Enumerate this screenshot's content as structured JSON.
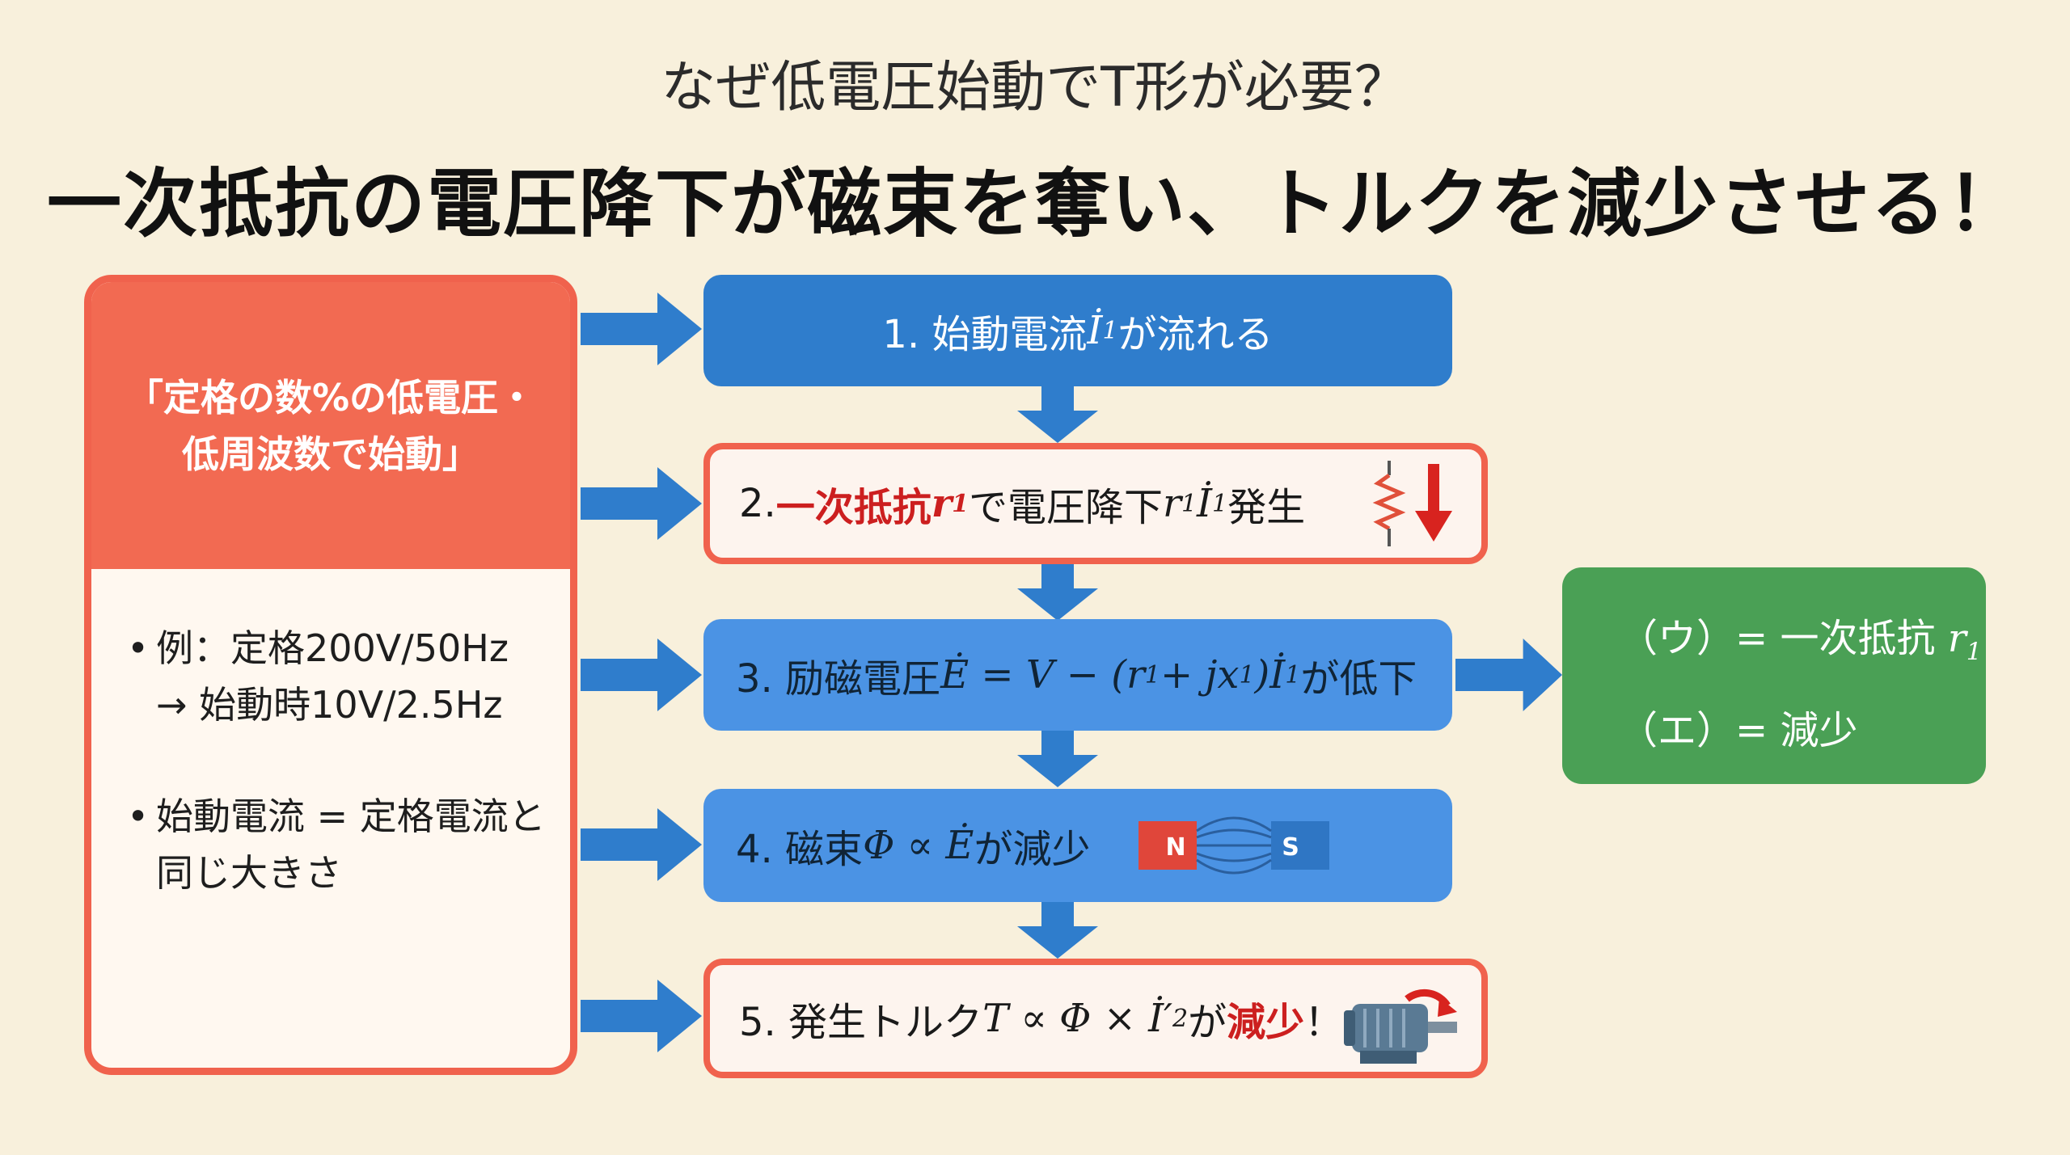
{
  "header": {
    "subtitle": "なぜ低電圧始動でT形が必要？",
    "title": "一次抵抗の電圧降下が磁束を奪い、トルクを減少させる！"
  },
  "left_panel": {
    "heading_line1": "「定格の数%の低電圧・",
    "heading_line2": "低周波数で始動」",
    "bullets": [
      {
        "text": "例：定格200V/50Hz\n→ 始動時10V/2.5Hz"
      },
      {
        "text": "始動電流 = 定格電流と\n同じ大きさ"
      }
    ]
  },
  "steps": {
    "s1": {
      "prefix": "1. 始動電流 ",
      "math": "İ",
      "sub": "1",
      "suffix": " が流れる"
    },
    "s2": {
      "prefix": "2. ",
      "highlight": "一次抵抗 ",
      "hl_math": "r",
      "hl_sub": "1",
      "mid": " で電圧降下 ",
      "math": "r",
      "sub1": "1",
      "math2": "İ",
      "sub2": "1",
      "suffix": " 発生"
    },
    "s3": {
      "prefix": "3. 励磁電圧 ",
      "formula": "Ė = V − (r",
      "sub1": "1",
      "formula2": " + jx",
      "sub2": "1",
      "formula3": ")İ",
      "sub3": "1",
      "suffix": " が低下"
    },
    "s4": {
      "prefix": "4. 磁束 ",
      "formula": "Φ ∝ Ė",
      "suffix": " が減少",
      "magnet_n": "N",
      "magnet_s": "S"
    },
    "s5": {
      "prefix": "5. 発生トルク ",
      "formula": "T ∝ Φ × İ′",
      "sub": "2",
      "mid": " が",
      "highlight": "減少",
      "suffix": "！"
    }
  },
  "result": {
    "line1_label": "（ウ）= 一次抵抗 ",
    "line1_math": "r",
    "line1_sub": "1",
    "line2": "（エ）= 減少"
  },
  "colors": {
    "background": "#f8f0dc",
    "red": "#f0624d",
    "blue": "#2f7dcc",
    "light_blue": "#4b93e4",
    "green": "#4aa055",
    "highlight_red": "#cc1f1f"
  }
}
